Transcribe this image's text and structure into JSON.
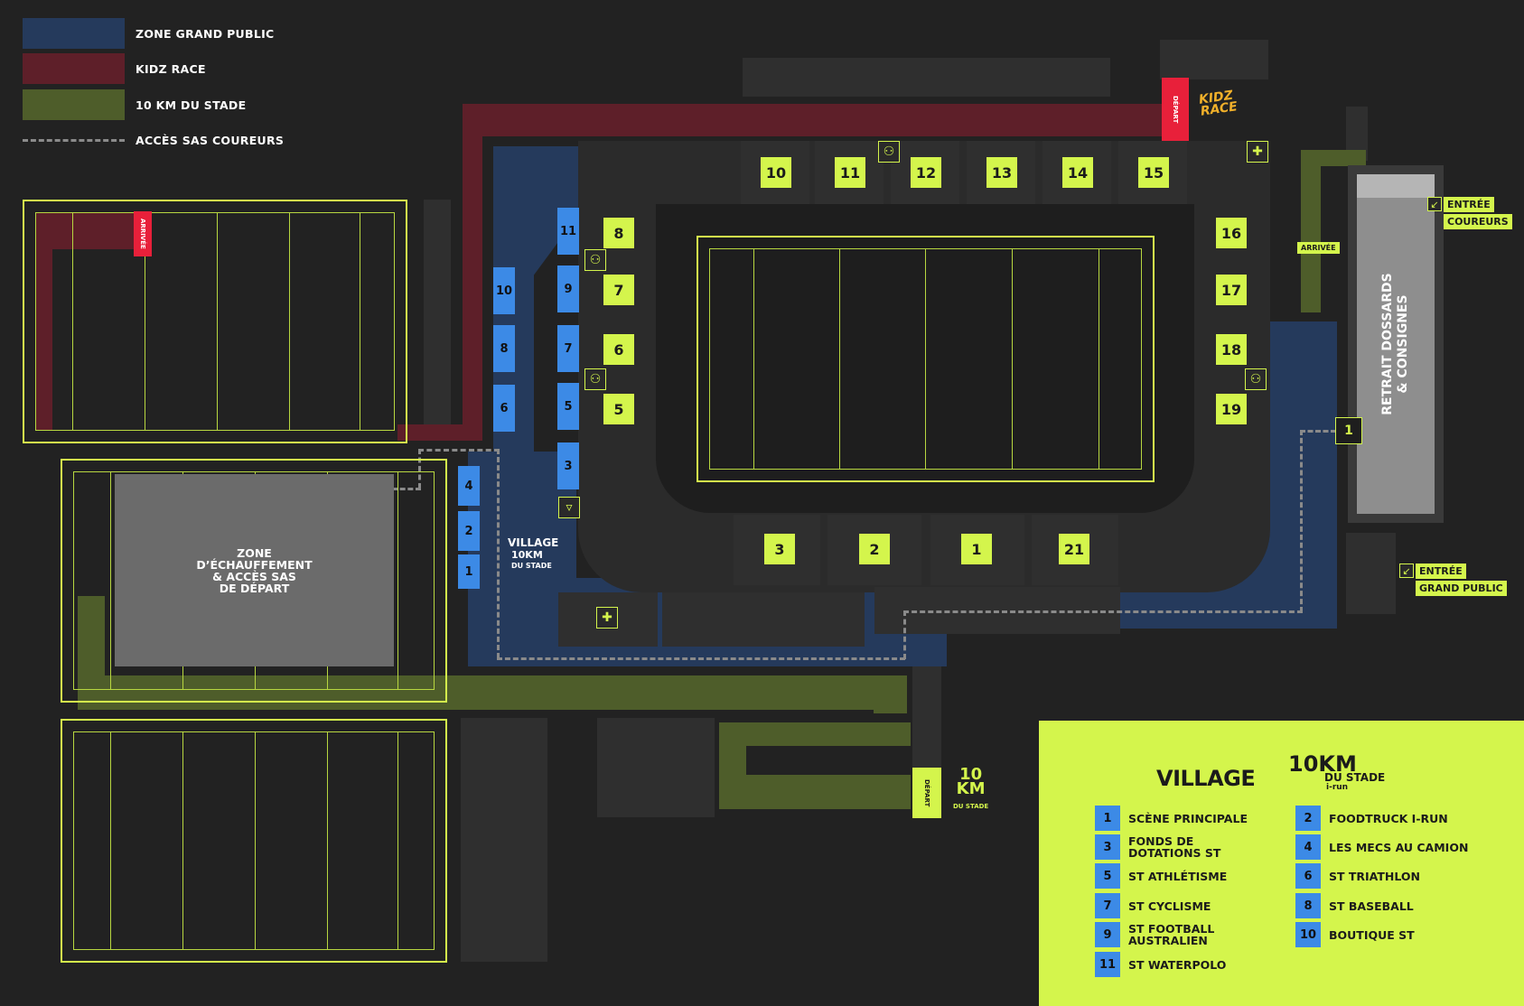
{
  "colors": {
    "background": "#222222",
    "zone_grand_public": "#253a5c",
    "kidz_race": "#5e1f29",
    "ten_km": "#4e5d2a",
    "accent_yellow": "#d4f54c",
    "booth_blue": "#3c8ae6",
    "depart_red": "#e8203a"
  },
  "legend": [
    {
      "label": "ZONE GRAND PUBLIC",
      "color": "#253a5c"
    },
    {
      "label": "KIDZ RACE",
      "color": "#5e1f29"
    },
    {
      "label": "10 KM DU STADE",
      "color": "#4e5d2a"
    },
    {
      "label": "ACCÈS SAS COUREURS",
      "style": "dashed"
    }
  ],
  "map": {
    "stands_top": [
      "10",
      "11",
      "12",
      "13",
      "14",
      "15"
    ],
    "stands_left": [
      "8",
      "7",
      "6",
      "5"
    ],
    "stands_right": [
      "16",
      "17",
      "18",
      "19"
    ],
    "stands_bottom": [
      "3",
      "2",
      "1",
      "21"
    ],
    "village_booths_col1": [
      "11",
      "9",
      "7",
      "5",
      "3"
    ],
    "village_booths_col2": [
      "10",
      "8",
      "6"
    ],
    "village_booths_col3": [
      "4",
      "2",
      "1"
    ],
    "depart_kidz": "DÉPART",
    "arrivee_kidz": "ARRIVÉE",
    "arrivee_10km": "ARRIVÉE",
    "depart_10km": "DÉPART",
    "kidz_logo": [
      "KIDZ",
      "RACE"
    ],
    "warmup_zone": [
      "ZONE",
      "D’ÉCHAUFFEMENT",
      "& ACCÈS SAS",
      "DE DÉPART"
    ],
    "retrait": [
      "RETRAIT DOSSARDS",
      "& CONSIGNES"
    ],
    "retrait_marker": "1",
    "entree_coureurs": [
      "ENTRÉE",
      "COUREURS"
    ],
    "entree_grand_public": [
      "ENTRÉE",
      "GRAND PUBLIC"
    ],
    "village_label": "VILLAGE",
    "village_logo": [
      "10KM",
      "DU STADE"
    ],
    "ten_km_logo": [
      "10",
      "KM",
      "DU STADE"
    ]
  },
  "key_panel": {
    "title": "VILLAGE",
    "logo": [
      "10KM",
      "DU",
      "STADE"
    ],
    "sponsor": "i-run",
    "items": [
      {
        "num": "1",
        "label": "SCÈNE PRINCIPALE"
      },
      {
        "num": "2",
        "label": "FOODTRUCK I-RUN"
      },
      {
        "num": "3",
        "label": "FONDS DE DOTATIONS ST"
      },
      {
        "num": "4",
        "label": "LES MECS AU CAMION"
      },
      {
        "num": "5",
        "label": "ST ATHLÉTISME"
      },
      {
        "num": "6",
        "label": "ST TRIATHLON"
      },
      {
        "num": "7",
        "label": "ST CYCLISME"
      },
      {
        "num": "8",
        "label": "ST BASEBALL"
      },
      {
        "num": "9",
        "label": "ST FOOTBALL AUSTRALIEN"
      },
      {
        "num": "10",
        "label": "BOUTIQUE ST"
      },
      {
        "num": "11",
        "label": "ST WATERPOLO"
      }
    ]
  }
}
